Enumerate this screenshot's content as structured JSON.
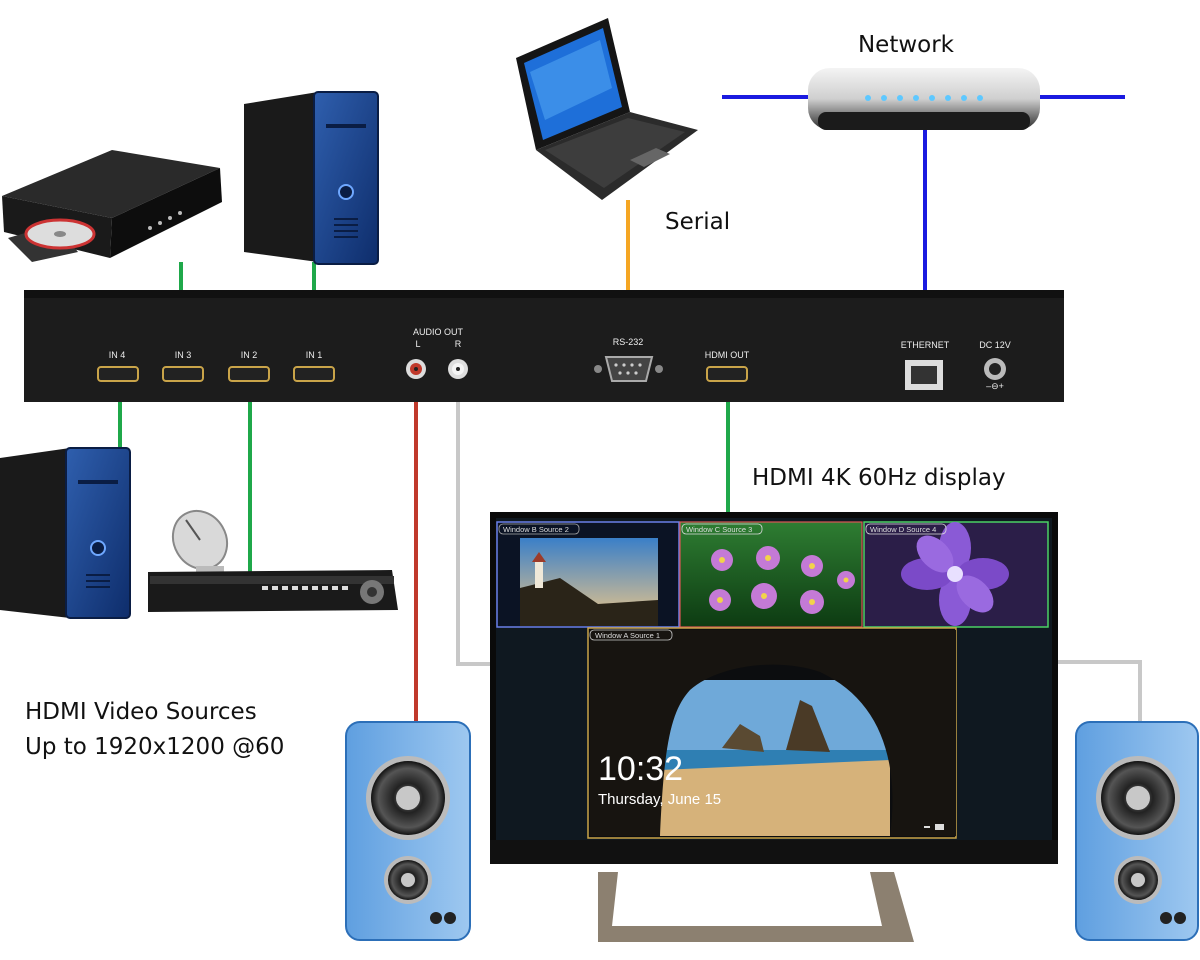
{
  "labels": {
    "network": "Network",
    "serial": "Serial",
    "display": "HDMI 4K 60Hz display",
    "sources_line1": "HDMI Video Sources",
    "sources_line2": "Up to 1920x1200 @60"
  },
  "ports": {
    "in4": "IN 4",
    "in3": "IN 3",
    "in2": "IN 2",
    "in1": "IN 1",
    "audio_out": "AUDIO OUT",
    "audio_l": "L",
    "audio_r": "R",
    "rs232": "RS-232",
    "hdmi_out": "HDMI OUT",
    "ethernet": "ETHERNET",
    "dc": "DC 12V"
  },
  "windows": {
    "b": "Window  B   Source  2",
    "c": "Window  C   Source  3",
    "d": "Window  D   Source  4",
    "a": "Window  A   Source  1"
  },
  "lockscreen": {
    "time": "10:32",
    "date": "Thursday, June 15"
  },
  "colors": {
    "hdmi_cable": "#1fa84a",
    "network_cable": "#1a1ae0",
    "serial_cable": "#f5a623",
    "audio_left": "#c0392b",
    "audio_right": "#c8c8c8"
  }
}
